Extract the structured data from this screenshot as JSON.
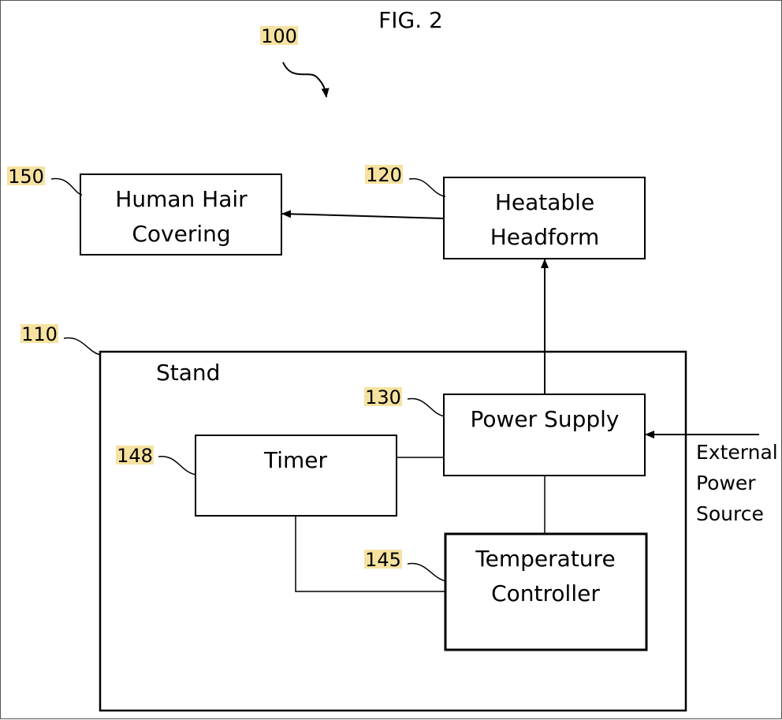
{
  "figure": {
    "title": "FIG. 2",
    "overall_ref": "100"
  },
  "blocks": {
    "human_hair_covering": {
      "ref": "150",
      "lines": [
        "Human Hair",
        "Covering"
      ]
    },
    "heatable_headform": {
      "ref": "120",
      "lines": [
        "Heatable",
        "Headform"
      ]
    },
    "stand": {
      "ref": "110",
      "label": "Stand"
    },
    "power_supply": {
      "ref": "130",
      "lines": [
        "Power Supply"
      ]
    },
    "timer": {
      "ref": "148",
      "lines": [
        "Timer"
      ]
    },
    "temperature_controller": {
      "ref": "145",
      "lines": [
        "Temperature",
        "Controller"
      ]
    }
  },
  "external_source": {
    "lines": [
      "External",
      "Power",
      "Source"
    ]
  },
  "colors": {
    "ref_highlight": "#f6e2a0",
    "stroke": "#000000"
  }
}
